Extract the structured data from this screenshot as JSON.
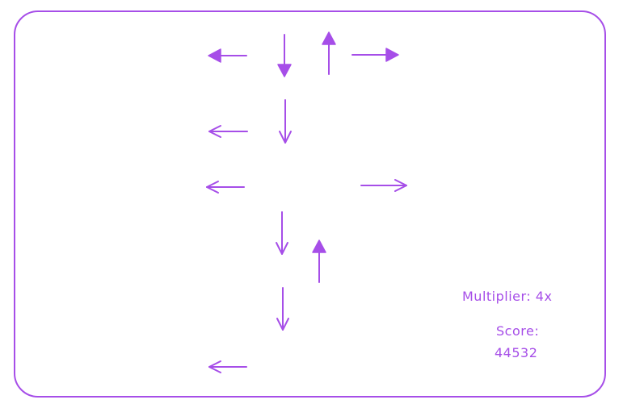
{
  "game": {
    "accent_color": "#a64ee8",
    "arrow_notes": [
      {
        "dir": "left",
        "style": "filled"
      },
      {
        "dir": "down",
        "style": "filled"
      },
      {
        "dir": "up",
        "style": "filled"
      },
      {
        "dir": "right",
        "style": "filled"
      },
      {
        "dir": "left",
        "style": "open"
      },
      {
        "dir": "down",
        "style": "open"
      },
      {
        "dir": "left",
        "style": "open"
      },
      {
        "dir": "right",
        "style": "open"
      },
      {
        "dir": "down",
        "style": "open"
      },
      {
        "dir": "up",
        "style": "filled"
      },
      {
        "dir": "down",
        "style": "open"
      },
      {
        "dir": "left",
        "style": "open"
      }
    ]
  },
  "hud": {
    "multiplier": "Multiplier: 4x",
    "score_label": "Score:",
    "score_value": "44532"
  }
}
